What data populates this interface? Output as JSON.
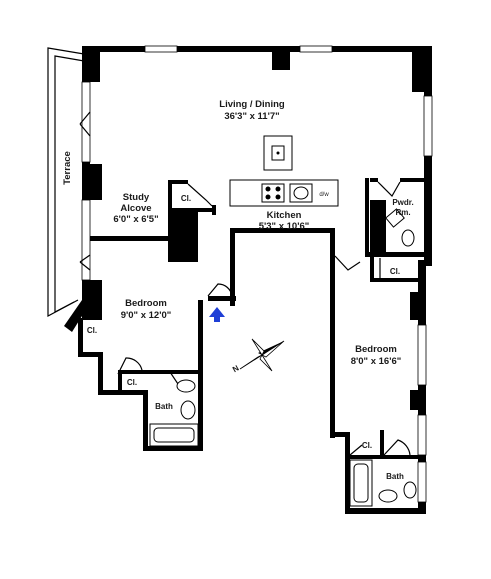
{
  "rooms": {
    "living": {
      "name": "Living / Dining",
      "dims": "36'3\" x 11'7\""
    },
    "study": {
      "line1": "Study",
      "line2": "Alcove",
      "dims": "6'0\" x 6'5\""
    },
    "kitchen": {
      "name": "Kitchen",
      "dims": "5'3\" x 10'6\""
    },
    "bedroom1": {
      "name": "Bedroom",
      "dims": "9'0\" x 12'0\""
    },
    "bedroom2": {
      "name": "Bedroom",
      "dims": "8'0\" x 16'6\""
    },
    "powder": {
      "line1": "Pwdr.",
      "line2": "Rm."
    },
    "terrace": {
      "name": "Terrace"
    },
    "bath1": {
      "name": "Bath"
    },
    "bath2": {
      "name": "Bath"
    },
    "closets": [
      "Cl.",
      "Cl.",
      "Cl.",
      "Cl.",
      "Cl."
    ],
    "dw_label": "d/w"
  },
  "compass": {
    "north_label": "N"
  },
  "colors": {
    "entry_arrow": "#1f3fd6",
    "walls": "#000000"
  }
}
